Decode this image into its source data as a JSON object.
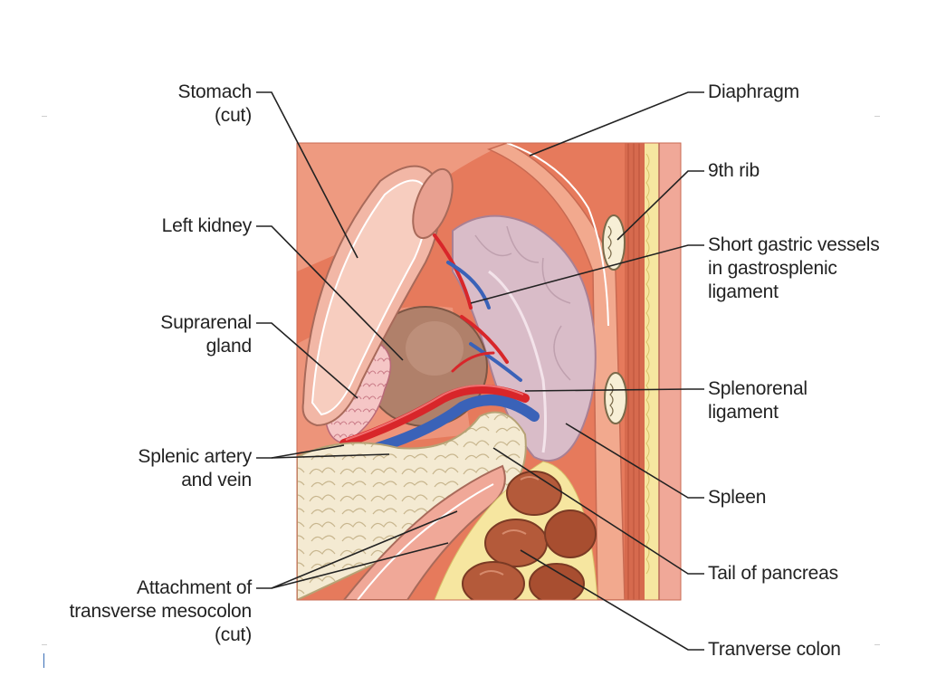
{
  "labels": {
    "stomach": [
      "Stomach",
      "(cut)"
    ],
    "left_kidney": [
      "Left kidney"
    ],
    "suprarenal": [
      "Suprarenal",
      "gland"
    ],
    "splenic_vessels": [
      "Splenic artery",
      "and vein"
    ],
    "mesocolon": [
      "Attachment of",
      "transverse mesocolon",
      "(cut)"
    ],
    "diaphragm": [
      "Diaphragm"
    ],
    "rib": [
      "9th rib"
    ],
    "short_gastric": [
      "Short gastric vessels",
      "in gastrosplenic",
      "ligament"
    ],
    "splenorenal": [
      "Splenorenal",
      "ligament"
    ],
    "spleen": [
      "Spleen"
    ],
    "pancreas_tail": [
      "Tail of pancreas"
    ],
    "colon": [
      "Tranverse colon"
    ]
  },
  "colors": {
    "background_tissue": "#e67a5c",
    "peritoneum": "#e88d72",
    "stomach": "#f2b7a6",
    "kidney": "#b0806a",
    "spleen": "#d9bcc8",
    "pancreas": "#f3e8cc",
    "artery": "#d8262a",
    "vein": "#3a62b8",
    "fat": "#f6e6a0",
    "colon": "#b45a3a",
    "leader": "#222222"
  }
}
